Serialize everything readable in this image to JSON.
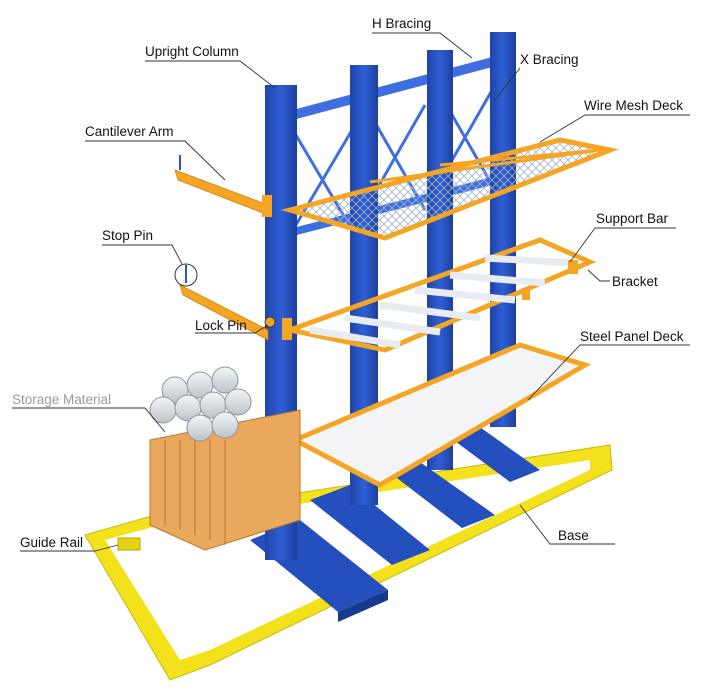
{
  "labels": {
    "upright_column": "Upright Column",
    "h_bracing": "H Bracing",
    "x_bracing": "X Bracing",
    "wire_mesh_deck": "Wire Mesh Deck",
    "cantilever_arm": "Cantilever Arm",
    "stop_pin": "Stop Pin",
    "support_bar": "Support Bar",
    "bracket": "Bracket",
    "lock_pin": "Lock Pin",
    "steel_panel_deck": "Steel Panel Deck",
    "storage_material": "Storage Material",
    "guide_rail": "Guide Rail",
    "base": "Base"
  },
  "colors": {
    "upright_blue": "#2a55c9",
    "bracing_blue": "#3f6ee0",
    "arm_orange": "#f5a524",
    "rail_yellow": "#f2e11b",
    "deck_white": "#f3f4f6",
    "lumber": "#e9a85c",
    "pipe": "#d9dee3",
    "label_text": "#111111",
    "muted_label": "#9a9a9a"
  }
}
